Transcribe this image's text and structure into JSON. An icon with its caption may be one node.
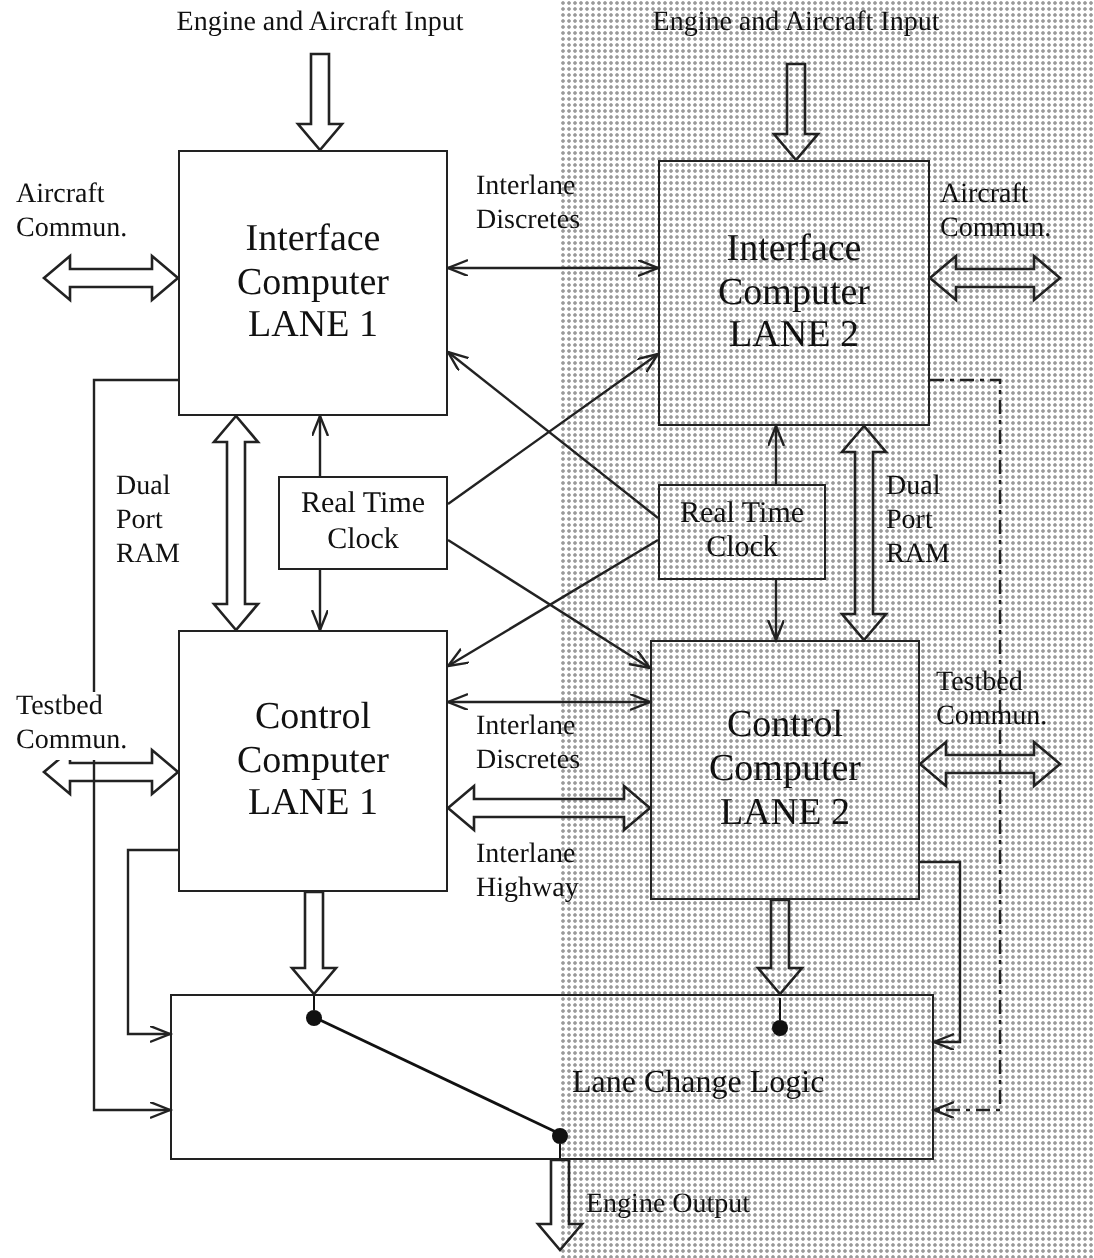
{
  "diagram": {
    "nodes": [
      {
        "text": [
          "Interface Computer LANE 1"
        ]
      },
      {
        "text": [
          "Interface Computer LANE 2"
        ]
      },
      {
        "text": [
          "Real Time Clock"
        ]
      },
      {
        "text": [
          "Real Time Clock"
        ]
      },
      {
        "text": [
          "Control Computer LANE 1"
        ]
      },
      {
        "text": [
          "Control Computer LANE 2"
        ]
      },
      {
        "text": [
          "Lane Change Logic"
        ]
      }
    ],
    "edges": [
      {
        "from": null,
        "to": 0,
        "arrow": "to",
        "style": "thick",
        "label": "Engine and Aircraft Input"
      },
      {
        "from": null,
        "to": 1,
        "arrow": "to",
        "style": "thick",
        "label": "Engine and Aircraft Input"
      },
      {
        "from": null,
        "to": 0,
        "arrow": "both",
        "style": "thick",
        "label": "Aircraft Commun."
      },
      {
        "from": 1,
        "to": null,
        "arrow": "both",
        "style": "thick",
        "label": "Aircraft Commun."
      },
      {
        "from": 0,
        "to": 1,
        "arrow": "both",
        "label": "Interlane Discretes"
      },
      {
        "from": 0,
        "to": 4,
        "arrow": "both",
        "style": "thick",
        "label": "Dual Port RAM"
      },
      {
        "from": 1,
        "to": 5,
        "arrow": "both",
        "style": "thick",
        "label": "Dual Port RAM"
      },
      {
        "from": 2,
        "to": 0,
        "arrow": "to"
      },
      {
        "from": 2,
        "to": 4,
        "arrow": "to"
      },
      {
        "from": 3,
        "to": 1,
        "arrow": "to"
      },
      {
        "from": 3,
        "to": 5,
        "arrow": "to"
      },
      {
        "from": 2,
        "to": 1,
        "arrow": "to"
      },
      {
        "from": 2,
        "to": 5,
        "arrow": "to"
      },
      {
        "from": 3,
        "to": 0,
        "arrow": "to"
      },
      {
        "from": 3,
        "to": 4,
        "arrow": "to"
      },
      {
        "from": 4,
        "to": 5,
        "arrow": "both",
        "label": "Interlane Discretes"
      },
      {
        "from": 4,
        "to": 5,
        "arrow": "both",
        "style": "thick",
        "label": "Interlane Highway"
      },
      {
        "from": null,
        "to": 4,
        "arrow": "both",
        "style": "thick",
        "label": "Testbed Commun."
      },
      {
        "from": 5,
        "to": null,
        "arrow": "both",
        "style": "thick",
        "label": "Testbed Commun."
      },
      {
        "from": 4,
        "to": 6,
        "arrow": "to",
        "style": "thick"
      },
      {
        "from": 5,
        "to": 6,
        "arrow": "to",
        "style": "thick"
      },
      {
        "from": 0,
        "to": 6,
        "arrow": "to"
      },
      {
        "from": 4,
        "to": 6,
        "arrow": "to"
      },
      {
        "from": 5,
        "to": 6,
        "arrow": "to"
      },
      {
        "from": 1,
        "to": 6,
        "arrow": "to",
        "style": "dashed"
      },
      {
        "from": 6,
        "to": null,
        "arrow": "to",
        "style": "thick",
        "label": "Engine Output"
      }
    ]
  }
}
